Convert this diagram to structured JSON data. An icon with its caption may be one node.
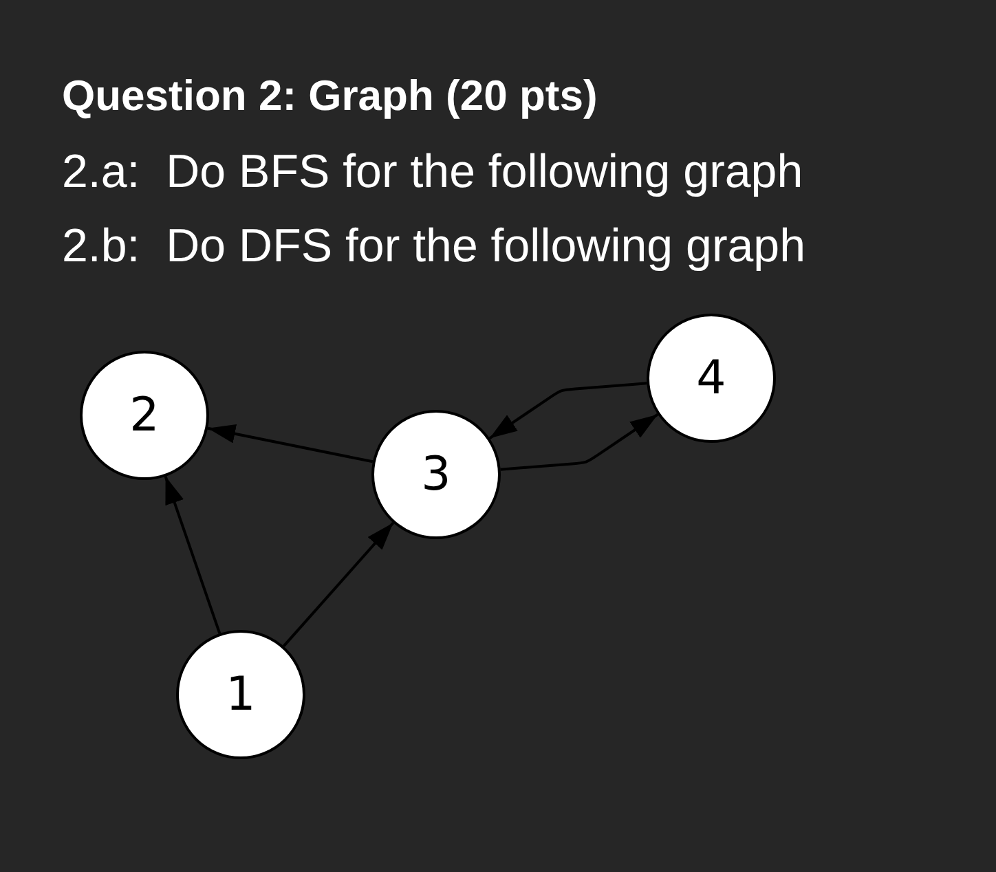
{
  "diagram": {
    "title": "Question 2: Graph (20 pts)",
    "nodes": [
      {
        "text": [
          "2"
        ]
      },
      {
        "text": [
          "3"
        ]
      },
      {
        "text": [
          "4"
        ]
      },
      {
        "text": [
          "1"
        ]
      }
    ],
    "edges": [
      {
        "from": 3,
        "to": 0,
        "arrow": "to"
      },
      {
        "from": 3,
        "to": 1,
        "arrow": "to"
      },
      {
        "from": 1,
        "to": 0,
        "arrow": "to"
      },
      {
        "from": 1,
        "to": 2,
        "arrow": "to"
      },
      {
        "from": 2,
        "to": 1,
        "arrow": "to"
      }
    ],
    "labels": [
      "2.a:  Do BFS for the following graph",
      "2.b:  Do DFS for the following graph"
    ]
  }
}
